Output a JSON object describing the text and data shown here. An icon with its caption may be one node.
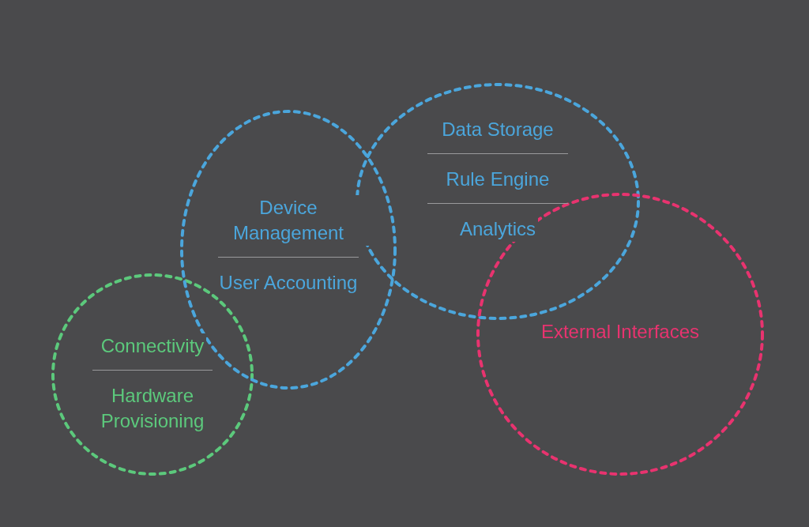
{
  "diagram": {
    "nodes": [
      {
        "text": [
          "Connectivity",
          "Hardware Provisioning"
        ]
      },
      {
        "text": [
          "Device Management",
          "User Accounting"
        ]
      },
      {
        "text": [
          "Data Storage",
          "Rule Engine",
          "Analytics"
        ]
      },
      {
        "text": [
          "External Interfaces"
        ]
      }
    ]
  }
}
